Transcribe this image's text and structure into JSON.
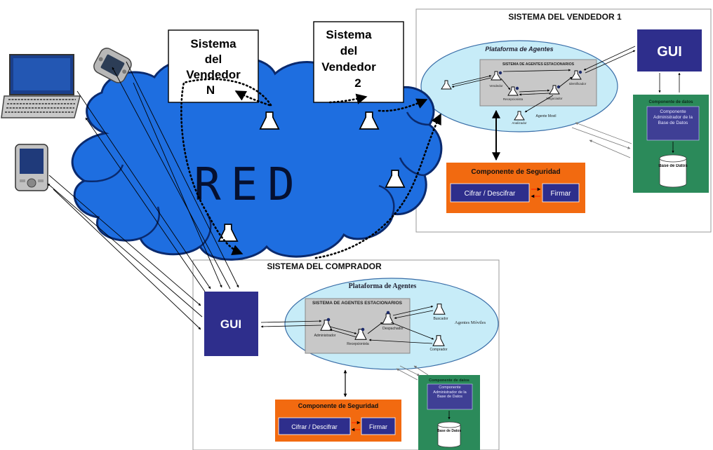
{
  "network": {
    "label": "RED"
  },
  "vendor1": {
    "title": "SISTEMA DEL VENDEDOR 1",
    "platform_label": "Plataforma de Agentes",
    "stationary_label": "SISTEMA DE AGENTES ESTACIONARIOS",
    "agents": [
      "Vendedor",
      "Recepcionista",
      "Negociador",
      "Identificador"
    ],
    "mobile_agent_label": "Agente Movil",
    "mobile_agent": "Analizador",
    "gui_label": "GUI",
    "data_component_title": "Componente de datos",
    "db_admin_label": "Componente Administrador de la Base de Datos",
    "db_label": "Base de Datos",
    "security_title": "Componente de Seguridad",
    "cipher_label": "Cifrar / Descifrar",
    "sign_label": "Firmar"
  },
  "vendor_n": {
    "line1": "Sistema",
    "line2": "del",
    "line3": "Vendedor",
    "line4": "N"
  },
  "vendor_2": {
    "line1": "Sistema",
    "line2": "del",
    "line3": "Vendedor",
    "line4": "2"
  },
  "buyer": {
    "title": "SISTEMA DEL COMPRADOR",
    "platform_label": "Plataforma de Agentes",
    "stationary_label": "SISTEMA DE AGENTES ESTACIONARIOS",
    "agents": [
      "Administrador",
      "Recepcionista",
      "Despachador"
    ],
    "mobile_label": "Agentes Móviles",
    "mobile_agents": [
      "Buscador",
      "Comprador"
    ],
    "gui_label": "GUI",
    "data_component_title": "Componente de datos",
    "db_admin_label": "Componente Administrador de la Base de Datos",
    "db_label": "Base de Datos",
    "security_title": "Componente de Seguridad",
    "cipher_label": "Cifrar / Descifrar",
    "sign_label": "Firmar"
  },
  "colors": {
    "cloud": "#1e6ee0",
    "cloud_edge": "#0a2a6e",
    "ellipse": "#c7ecf8",
    "gui": "#2e2e8c",
    "security": "#f26a10",
    "data_component": "#2b8a5a",
    "stationary_box": "#c8c8c8"
  }
}
